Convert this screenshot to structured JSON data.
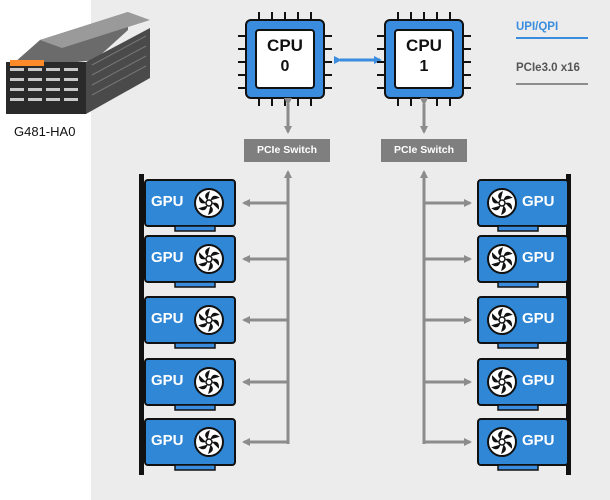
{
  "product": {
    "model": "G481-HA0"
  },
  "legend": {
    "upi": {
      "label": "UPI/QPI",
      "color": "#3a8dde"
    },
    "pcie": {
      "label": "PCIe3.0 x16",
      "color": "#8c8c8c"
    }
  },
  "cpus": [
    {
      "word": "CPU",
      "number": "0"
    },
    {
      "word": "CPU",
      "number": "1"
    }
  ],
  "switches": [
    {
      "label": "PCIe Switch"
    },
    {
      "label": "PCIe Switch"
    }
  ],
  "gpus": {
    "label": "GPU",
    "left_count": 5,
    "right_count": 5
  },
  "colors": {
    "panel": "#ececec",
    "cpu_blue": "#3a8dde",
    "chip": "#111111",
    "switch_gray": "#7f7f7f",
    "gpu_blue": "#2f87d6",
    "line_gray": "#8c8c8c"
  }
}
